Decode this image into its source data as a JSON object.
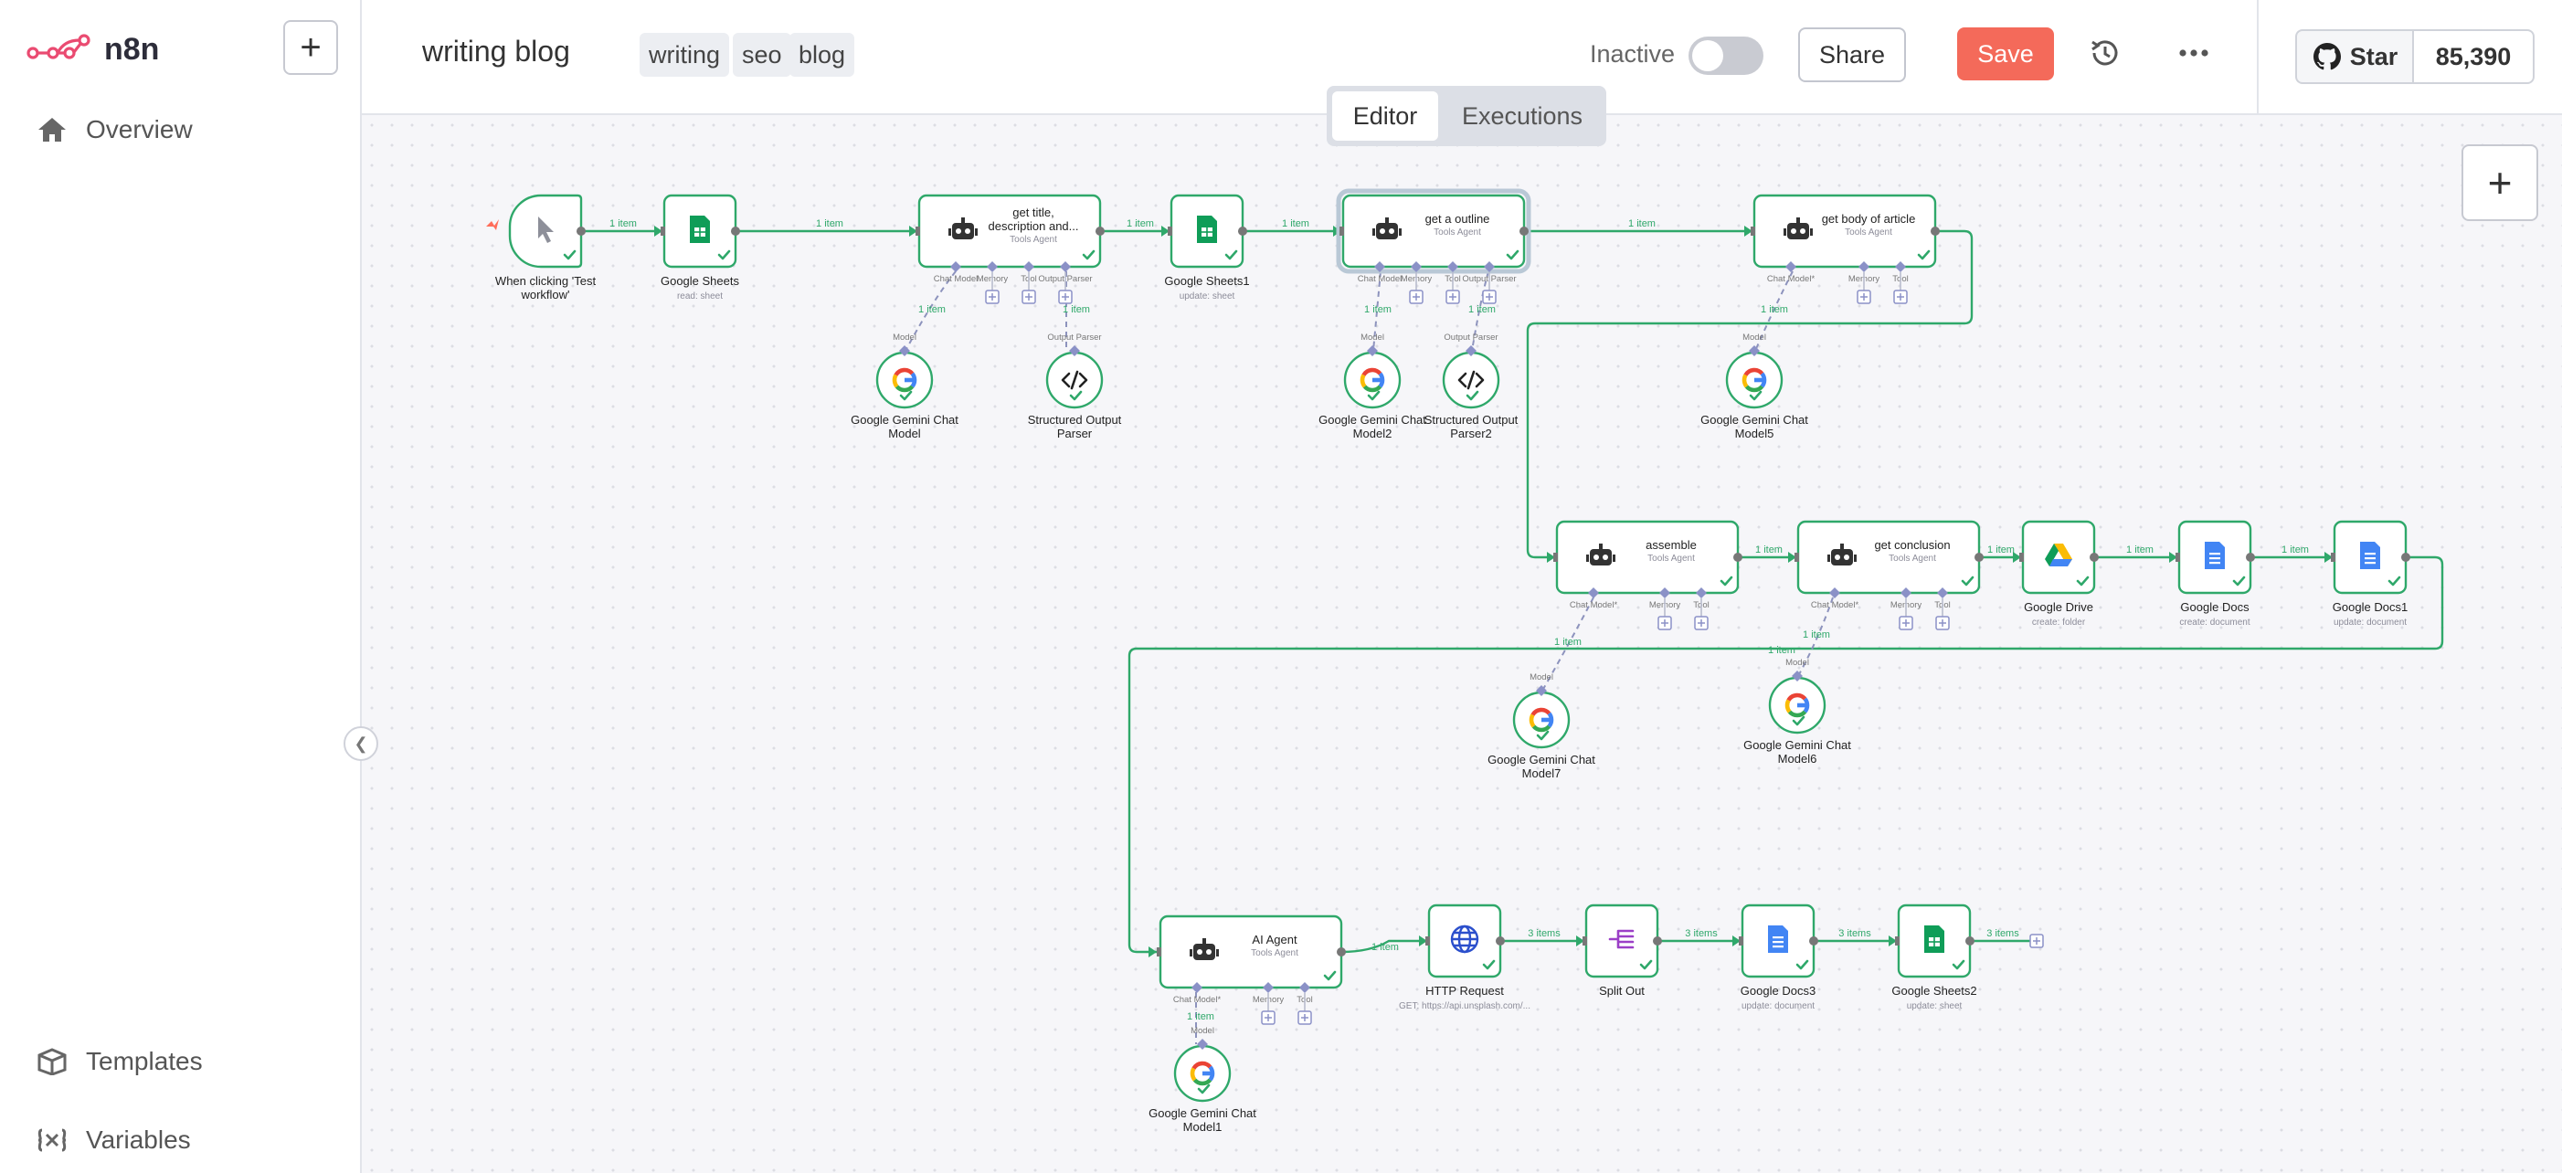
{
  "app": {
    "logo_text": "n8n",
    "nav": {
      "overview": "Overview",
      "templates": "Templates",
      "variables": "Variables"
    }
  },
  "header": {
    "workflow_name": "writing blog",
    "tags": [
      "writing",
      "seo",
      "blog"
    ],
    "status_label": "Inactive",
    "share_label": "Share",
    "save_label": "Save",
    "github": {
      "star_label": "Star",
      "star_count": "85,390"
    }
  },
  "tabs": {
    "editor": "Editor",
    "executions": "Executions"
  },
  "colors": {
    "accent": "#ff6d5a",
    "success": "#2fa86a",
    "sheets": "#0f9d58",
    "docs": "#4285f4"
  },
  "nodes": [
    {
      "id": "trigger",
      "name": "When clicking 'Test workflow'",
      "icon": "cursor-icon"
    },
    {
      "id": "sheets",
      "name": "Google Sheets",
      "subtitle": "read: sheet",
      "icon": "sheets-icon"
    },
    {
      "id": "agent1",
      "name": "get title, description and...",
      "subtitle": "Tools Agent",
      "icon": "robot-icon"
    },
    {
      "id": "sheets1",
      "name": "Google Sheets1",
      "subtitle": "update: sheet",
      "icon": "sheets-icon"
    },
    {
      "id": "agent2",
      "name": "get a outline",
      "subtitle": "Tools Agent",
      "icon": "robot-icon"
    },
    {
      "id": "agent3",
      "name": "get body of article",
      "subtitle": "Tools Agent",
      "icon": "robot-icon"
    },
    {
      "id": "gemini",
      "name": "Google Gemini Chat Model",
      "icon": "google-icon"
    },
    {
      "id": "parser",
      "name": "Structured Output Parser",
      "icon": "code-icon"
    },
    {
      "id": "gemini2",
      "name": "Google Gemini Chat Model2",
      "icon": "google-icon"
    },
    {
      "id": "parser2",
      "name": "Structured Output Parser2",
      "icon": "code-icon"
    },
    {
      "id": "gemini5",
      "name": "Google Gemini Chat Model5",
      "icon": "google-icon"
    },
    {
      "id": "assemble",
      "name": "assemble",
      "subtitle": "Tools Agent",
      "icon": "robot-icon"
    },
    {
      "id": "conclusion",
      "name": "get conclusion",
      "subtitle": "Tools Agent",
      "icon": "robot-icon"
    },
    {
      "id": "drive",
      "name": "Google Drive",
      "subtitle": "create: folder",
      "icon": "drive-icon"
    },
    {
      "id": "docs",
      "name": "Google Docs",
      "subtitle": "create: document",
      "icon": "docs-icon"
    },
    {
      "id": "docs1",
      "name": "Google Docs1",
      "subtitle": "update: document",
      "icon": "docs-icon"
    },
    {
      "id": "gemini7",
      "name": "Google Gemini Chat Model7",
      "icon": "google-icon"
    },
    {
      "id": "gemini6",
      "name": "Google Gemini Chat Model6",
      "icon": "google-icon"
    },
    {
      "id": "ai_agent",
      "name": "AI Agent",
      "subtitle": "Tools Agent",
      "icon": "robot-icon"
    },
    {
      "id": "http",
      "name": "HTTP Request",
      "subtitle": "GET: https://api.unsplash.com/...",
      "icon": "globe-icon"
    },
    {
      "id": "split",
      "name": "Split Out",
      "icon": "split-icon"
    },
    {
      "id": "docs3",
      "name": "Google Docs3",
      "subtitle": "update: document",
      "icon": "docs-icon"
    },
    {
      "id": "sheets2",
      "name": "Google Sheets2",
      "subtitle": "update: sheet",
      "icon": "sheets-icon"
    },
    {
      "id": "gemini1",
      "name": "Google Gemini Chat Model1",
      "icon": "google-icon"
    }
  ],
  "connection_labels": {
    "one": "1 item",
    "three": "3 items"
  },
  "handle_labels": {
    "chat_model": "Chat Model",
    "chat_model_req": "Chat Model*",
    "memory": "Memory",
    "tool": "Tool",
    "output_parser": "Output Parser",
    "model": "Model"
  }
}
